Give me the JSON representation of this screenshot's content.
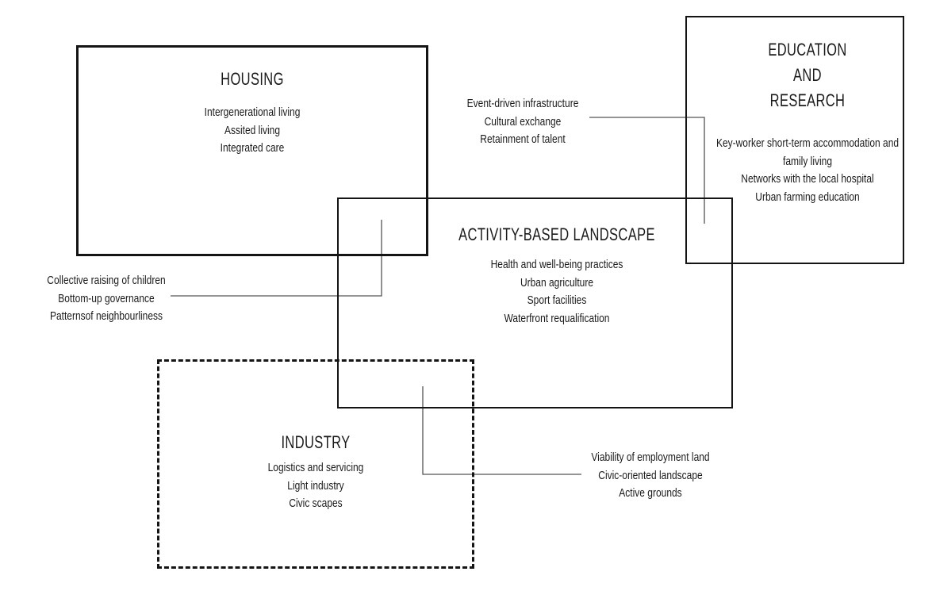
{
  "colors": {
    "background": "#ffffff",
    "border": "#141414",
    "text": "#1a1a1a",
    "connector": "#555555"
  },
  "boxes": {
    "housing": {
      "title": "HOUSING",
      "lines": [
        "Intergenerational living",
        "Assited living",
        "Integrated care"
      ]
    },
    "education": {
      "title_lines": [
        "EDUCATION",
        "AND",
        "RESEARCH"
      ],
      "lines": [
        "Key-worker short-term accommodation and",
        "family living",
        "Networks with the local hospital",
        "Urban farming education"
      ]
    },
    "activity": {
      "title": "ACTIVITY-BASED LANDSCAPE",
      "lines": [
        "Health and well-being practices",
        "Urban agriculture",
        "Sport facilities",
        "Waterfront requalification"
      ]
    },
    "industry": {
      "title": "INDUSTRY",
      "lines": [
        "Logistics and servicing",
        "Light industry",
        "Civic scapes"
      ]
    }
  },
  "annotations": {
    "events": {
      "lines": [
        "Event-driven infrastructure",
        "Cultural exchange",
        "Retainment of talent"
      ]
    },
    "community": {
      "lines": [
        "Collective raising of children",
        "Bottom-up governance",
        "Patternsof neighbourliness"
      ]
    },
    "employment": {
      "lines": [
        "Viability of employment land",
        "Civic-oriented landscape",
        "Active grounds"
      ]
    }
  }
}
